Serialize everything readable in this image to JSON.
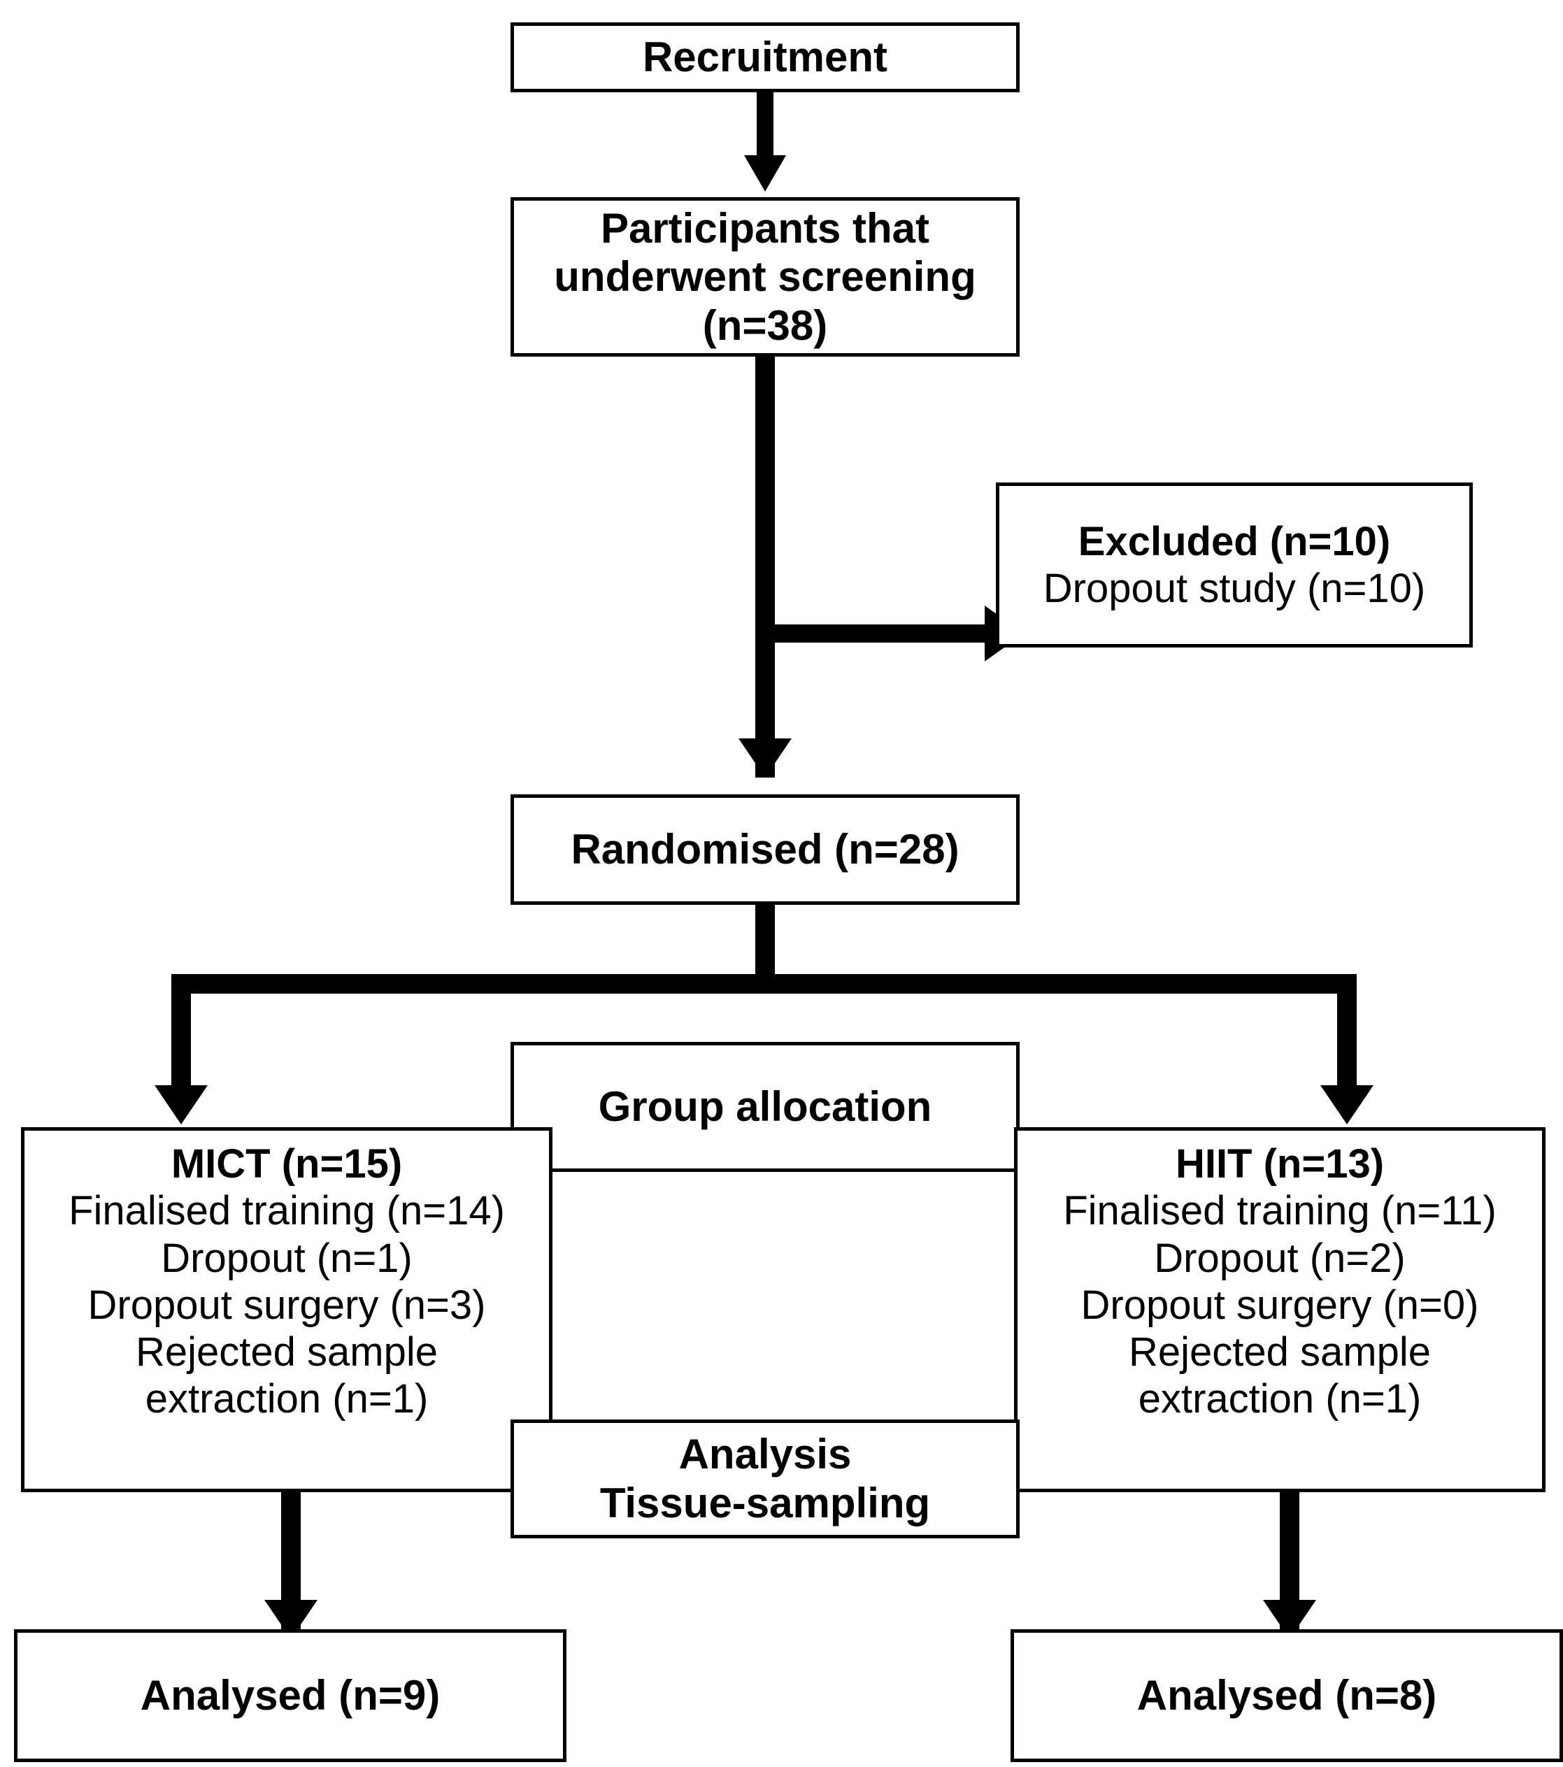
{
  "diagram": {
    "title": "CONSORT participant flow diagram",
    "type": "flowchart",
    "colors": {
      "background": "#ffffff",
      "stroke": "#000000",
      "text": "#000000"
    },
    "nodes": {
      "recruitment": {
        "lines": [
          {
            "text": "Recruitment",
            "bold": true
          }
        ]
      },
      "screening": {
        "lines": [
          {
            "text": "Participants that",
            "bold": true
          },
          {
            "text": "underwent screening",
            "bold": true
          },
          {
            "text": "(n=38)",
            "bold": true
          }
        ]
      },
      "excluded": {
        "lines": [
          {
            "text": "Excluded  (n=10)",
            "bold": true
          },
          {
            "text": "Dropout study (n=10)",
            "bold": false
          }
        ]
      },
      "randomised": {
        "lines": [
          {
            "text": "Randomised (n=28)",
            "bold": true
          }
        ]
      },
      "group_allocation": {
        "lines": [
          {
            "text": "Group allocation",
            "bold": true
          }
        ]
      },
      "mict": {
        "lines": [
          {
            "text": "MICT (n=15)",
            "bold": true
          },
          {
            "text": "Finalised training (n=14)",
            "bold": false
          },
          {
            "text": "Dropout (n=1)",
            "bold": false
          },
          {
            "text": "Dropout surgery (n=3)",
            "bold": false
          },
          {
            "text": "Rejected sample",
            "bold": false
          },
          {
            "text": "extraction (n=1)",
            "bold": false
          }
        ]
      },
      "hiit": {
        "lines": [
          {
            "text": "HIIT (n=13)",
            "bold": true
          },
          {
            "text": "Finalised training (n=11)",
            "bold": false
          },
          {
            "text": "Dropout (n=2)",
            "bold": false
          },
          {
            "text": "Dropout surgery (n=0)",
            "bold": false
          },
          {
            "text": "Rejected sample",
            "bold": false
          },
          {
            "text": "extraction (n=1)",
            "bold": false
          }
        ]
      },
      "analysis": {
        "lines": [
          {
            "text": "Analysis",
            "bold": true
          },
          {
            "text": "Tissue-sampling",
            "bold": true
          }
        ]
      },
      "analysed_left": {
        "lines": [
          {
            "text": "Analysed (n=9)",
            "bold": true
          }
        ]
      },
      "analysed_right": {
        "lines": [
          {
            "text": "Analysed (n=8)",
            "bold": true
          }
        ]
      }
    },
    "counts": {
      "screened": 38,
      "excluded": 10,
      "dropout_study": 10,
      "randomised": 28,
      "mict_allocated": 15,
      "mict_finalised_training": 14,
      "mict_dropout": 1,
      "mict_dropout_surgery": 3,
      "mict_rejected_sample_extraction": 1,
      "mict_analysed": 9,
      "hiit_allocated": 13,
      "hiit_finalised_training": 11,
      "hiit_dropout": 2,
      "hiit_dropout_surgery": 0,
      "hiit_rejected_sample_extraction": 1,
      "hiit_analysed": 8
    },
    "edges": [
      {
        "from": "recruitment",
        "to": "screening",
        "direction": "down"
      },
      {
        "from": "screening",
        "to": "excluded",
        "direction": "right"
      },
      {
        "from": "screening",
        "to": "randomised",
        "direction": "down"
      },
      {
        "from": "randomised",
        "to": "mict",
        "direction": "down-left"
      },
      {
        "from": "randomised",
        "to": "hiit",
        "direction": "down-right"
      },
      {
        "from": "mict",
        "to": "analysed_left",
        "direction": "down"
      },
      {
        "from": "hiit",
        "to": "analysed_right",
        "direction": "down"
      }
    ]
  }
}
